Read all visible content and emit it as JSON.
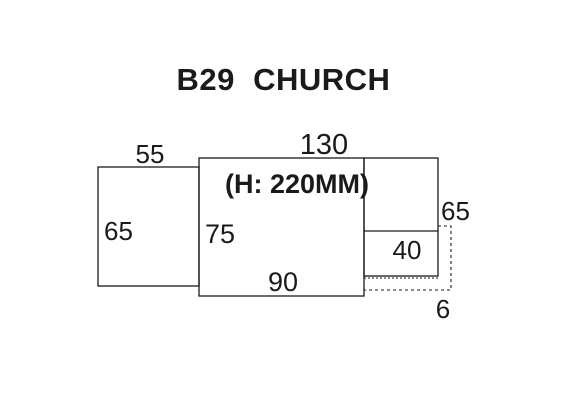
{
  "title": "B29  CHURCH",
  "height_note": "(H: 220MM)",
  "colors": {
    "line": "#1a1a1a",
    "background": "#ffffff"
  },
  "left_block": {
    "width": "55",
    "depth": "65"
  },
  "center_block": {
    "width": "130",
    "depth": "75",
    "bottom": "90"
  },
  "right_block": {
    "depth": "65",
    "inner_width": "40",
    "offset": "6"
  }
}
